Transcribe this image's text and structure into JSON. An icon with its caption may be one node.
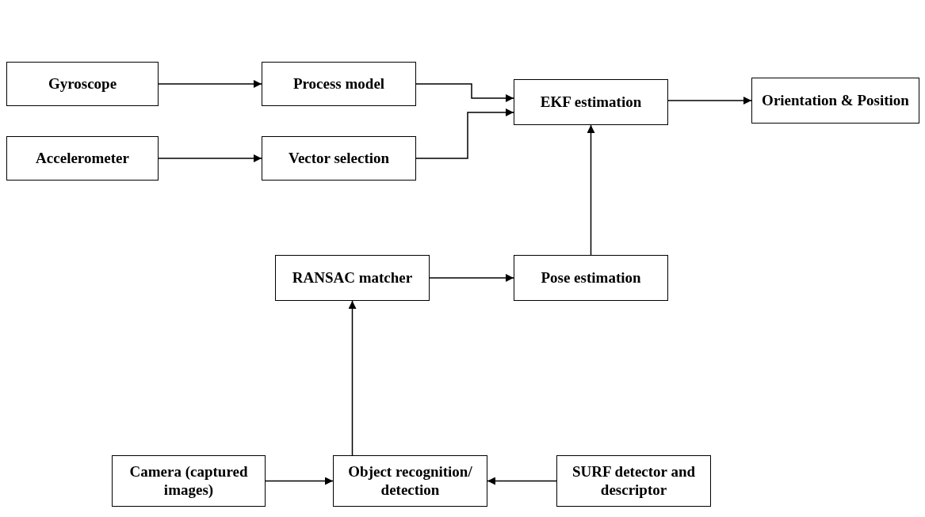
{
  "diagram": {
    "nodes": [
      {
        "text": [
          "Gyroscope"
        ]
      },
      {
        "text": [
          "Process model"
        ]
      },
      {
        "text": [
          "EKF estimation"
        ]
      },
      {
        "text": [
          "Orientation & Position"
        ]
      },
      {
        "text": [
          "Accelerometer"
        ]
      },
      {
        "text": [
          "Vector selection"
        ]
      },
      {
        "text": [
          "RANSAC matcher"
        ]
      },
      {
        "text": [
          "Pose estimation"
        ]
      },
      {
        "text": [
          "Camera (captured images)"
        ]
      },
      {
        "text": [
          "Object recognition/ detection"
        ]
      },
      {
        "text": [
          "SURF detector and descriptor"
        ]
      }
    ],
    "edges": [
      {
        "from": 0,
        "to": 1,
        "arrow": "to"
      },
      {
        "from": 1,
        "to": 2,
        "arrow": "to"
      },
      {
        "from": 2,
        "to": 3,
        "arrow": "to"
      },
      {
        "from": 4,
        "to": 5,
        "arrow": "to"
      },
      {
        "from": 5,
        "to": 2,
        "arrow": "to"
      },
      {
        "from": 7,
        "to": 2,
        "arrow": "to"
      },
      {
        "from": 6,
        "to": 7,
        "arrow": "to"
      },
      {
        "from": 9,
        "to": 6,
        "arrow": "to"
      },
      {
        "from": 8,
        "to": 9,
        "arrow": "to"
      },
      {
        "from": 10,
        "to": 9,
        "arrow": "to"
      }
    ]
  }
}
